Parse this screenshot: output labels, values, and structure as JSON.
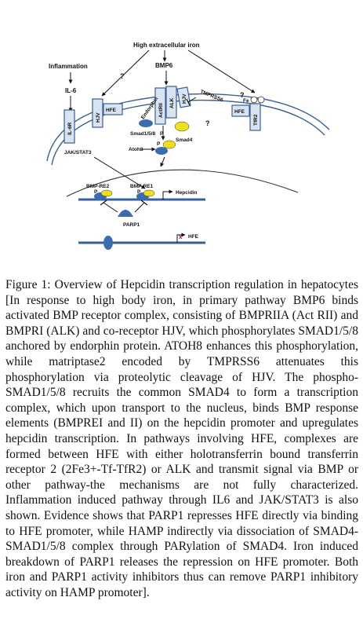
{
  "figure": {
    "labels": {
      "high_iron": "High extracellular iron",
      "inflammation": "Inflammation",
      "il6": "IL-6",
      "bmp6": "BMP6",
      "q1": "?",
      "q2": "?",
      "q3": "?",
      "il6r": "IL-6R",
      "hjv": "HJV",
      "hfe_left": "HFE",
      "actrii": "ActRII",
      "alk": "ALK",
      "hjv2": "HJV",
      "endorphin": "Endorphin",
      "smad158": "Smad1/5/8",
      "smad4": "Smad4",
      "p_small": "P",
      "atoh8": "Atoh8",
      "p_complex": "P",
      "tmprss6": "TMPRSS6",
      "fe_label": "Fe",
      "hfe_right": "HFE",
      "tfr2": "TfR2",
      "jakstat": "JAK/STAT3",
      "bmp_re2": "BMP-RE2",
      "bmp_re1": "BMP-RE1",
      "p_re2": "P",
      "p_re1": "P",
      "hepcidin": "Hepcidin",
      "parp1": "PARP1",
      "hfe_gene": "HFE"
    }
  },
  "caption": {
    "label": "Figure 1:",
    "text": " Overview of Hepcidin transcription regulation in hepatocytes [In response to high body iron, in primary pathway BMP6 binds activated BMP receptor complex, consisting of BMPRIIA (Act RII) and BMPRI (ALK) and co-receptor HJV, which phosphorylates SMAD1/5/8 anchored by endorphin protein. ATOH8 enhances this phosphorylation, while matriptase2 encoded by TMPRSS6 attenuates this phosphorylation via proteolytic cleavage of HJV. The phospho-SMAD1/5/8 recruits the common SMAD4 to form a transcription complex, which upon transport to the nucleus, binds BMP response elements (BMPREI and II) on the hepcidin promoter and upregulates hepcidin transcription. In pathways involving HFE, complexes are formed between HFE with either holotransferrin bound transferrin receptor 2 (2Fe3+-Tf-TfR2) or ALK and transmit signal via BMP or other pathway-the mechanisms are not fully characterized. Inflammation induced pathway through IL6 and JAK/STAT3 is also shown. Evidence shows that PARP1 represses HFE directly via binding to HFE promoter, while HAMP indirectly via dissociation of SMAD4-SMAD1/5/8 complex through PARylation of SMAD4. Iron induced breakdown of PARP1 releases the repression on HFE promoter. Both iron and PARP1 activity inhibitors thus can remove PARP1 inhibitory activity on HAMP promoter]."
  }
}
